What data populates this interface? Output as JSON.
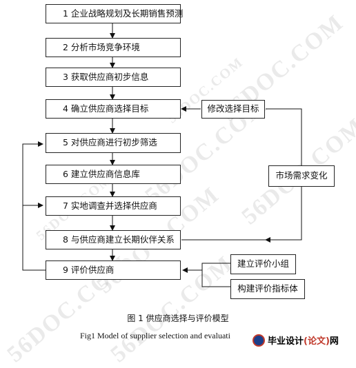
{
  "steps": [
    {
      "id": "s1",
      "label": "1 企业战略规划及长期销售预测"
    },
    {
      "id": "s2",
      "label": "2 分析市场竞争环境"
    },
    {
      "id": "s3",
      "label": "3 获取供应商初步信息"
    },
    {
      "id": "s4",
      "label": "4 确立供应商选择目标"
    },
    {
      "id": "s5",
      "label": "5 对供应商进行初步筛选"
    },
    {
      "id": "s6",
      "label": "6 建立供应商信息库"
    },
    {
      "id": "s7",
      "label": "7 实地调查并选择供应商"
    },
    {
      "id": "s8",
      "label": "8 与供应商建立长期伙伴关系"
    },
    {
      "id": "s9",
      "label": "9 评价供应商"
    }
  ],
  "side_boxes": {
    "modify_goal": "修改选择目标",
    "market_change": "市场需求变化",
    "build_team": "建立评价小组",
    "build_index": "构建评价指标体"
  },
  "caption_cn": "图 1  供应商选择与评价模型",
  "caption_en": "Fig1    Model of supplier selection and evaluati",
  "watermark": "56DOC.COM",
  "logo": {
    "part1": "毕业设计",
    "part2": "(论文)",
    "part3": "网"
  }
}
